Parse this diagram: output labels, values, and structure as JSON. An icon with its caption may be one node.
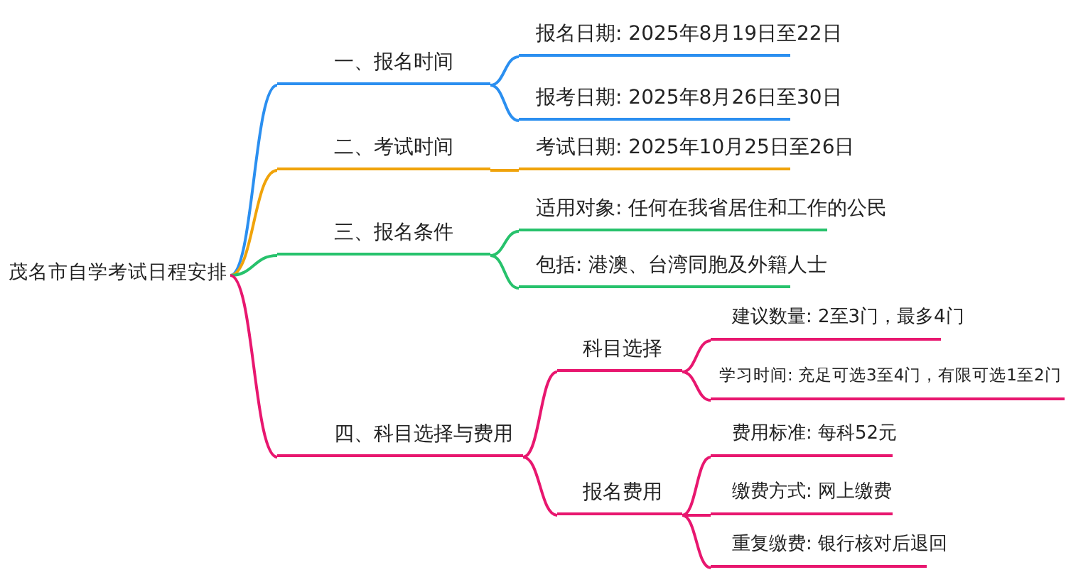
{
  "diagram": {
    "nodes": [
      {
        "text": [
          "茂名市自学考试日程安排"
        ]
      },
      {
        "text": [
          "一、报名时间"
        ]
      },
      {
        "text": [
          "报名日期: 2025年8月19日至22日"
        ]
      },
      {
        "text": [
          "报考日期: 2025年8月26日至30日"
        ]
      },
      {
        "text": [
          "二、考试时间"
        ]
      },
      {
        "text": [
          "考试日期: 2025年10月25日至26日"
        ]
      },
      {
        "text": [
          "三、报名条件"
        ]
      },
      {
        "text": [
          "适用对象: 任何在我省居住和工作的公民"
        ]
      },
      {
        "text": [
          "包括: 港澳、台湾同胞及外籍人士"
        ]
      },
      {
        "text": [
          "四、科目选择与费用"
        ]
      },
      {
        "text": [
          "科目选择"
        ]
      },
      {
        "text": [
          "建议数量: 2至3门，最多4门"
        ]
      },
      {
        "text": [
          "学习时间: 充足可选3至4门，有限可选1至2门"
        ]
      },
      {
        "text": [
          "报名费用"
        ]
      },
      {
        "text": [
          "费用标准: 每科52元"
        ]
      },
      {
        "text": [
          "缴费方式: 网上缴费"
        ]
      },
      {
        "text": [
          "重复缴费: 银行核对后退回"
        ]
      }
    ],
    "edges": [
      {
        "from": 0,
        "to": 1,
        "arrow": "none",
        "color": "#2b8ff0"
      },
      {
        "from": 1,
        "to": 2,
        "arrow": "none",
        "color": "#2b8ff0"
      },
      {
        "from": 1,
        "to": 3,
        "arrow": "none",
        "color": "#2b8ff0"
      },
      {
        "from": 0,
        "to": 4,
        "arrow": "none",
        "color": "#f0a30a"
      },
      {
        "from": 4,
        "to": 5,
        "arrow": "none",
        "color": "#f0a30a"
      },
      {
        "from": 0,
        "to": 6,
        "arrow": "none",
        "color": "#27c26c"
      },
      {
        "from": 6,
        "to": 7,
        "arrow": "none",
        "color": "#27c26c"
      },
      {
        "from": 6,
        "to": 8,
        "arrow": "none",
        "color": "#27c26c"
      },
      {
        "from": 0,
        "to": 9,
        "arrow": "none"
      },
      {
        "from": 9,
        "to": 10,
        "arrow": "none"
      },
      {
        "from": 10,
        "to": 11,
        "arrow": "none"
      },
      {
        "from": 10,
        "to": 12,
        "arrow": "none"
      },
      {
        "from": 9,
        "to": 13,
        "arrow": "none"
      },
      {
        "from": 13,
        "to": 14,
        "arrow": "none"
      },
      {
        "from": 13,
        "to": 15,
        "arrow": "none"
      },
      {
        "from": 13,
        "to": 16,
        "arrow": "none"
      }
    ]
  }
}
